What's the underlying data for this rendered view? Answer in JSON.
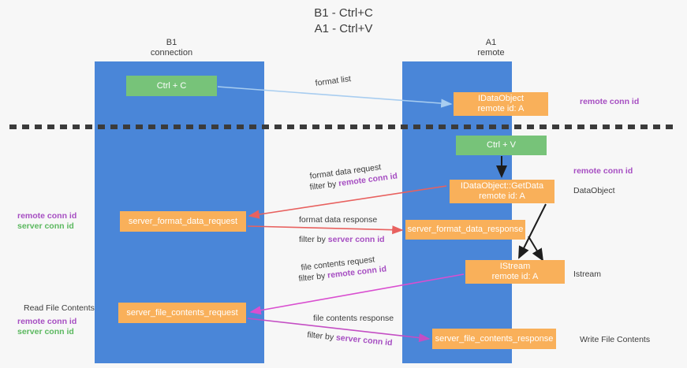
{
  "title": {
    "line1": "B1 - Ctrl+C",
    "line2": "A1 - Ctrl+V"
  },
  "columns": {
    "left": {
      "name": "B1",
      "role": "connection"
    },
    "right": {
      "name": "A1",
      "role": "remote"
    }
  },
  "boxes": {
    "ctrl_c": {
      "label": "Ctrl + C",
      "color": "#77c379"
    },
    "idataobject": {
      "line1": "IDataObject",
      "line2": "remote id: A",
      "color": "#f9b05a"
    },
    "ctrl_v": {
      "label": "Ctrl + V",
      "color": "#77c379"
    },
    "getdata": {
      "line1": "IDataObject::GetData",
      "line2": "remote id: A",
      "color": "#f9b05a"
    },
    "format_data_request": {
      "label": "server_format_data_request",
      "color": "#f9b05a"
    },
    "format_data_response": {
      "label": "server_format_data_response",
      "color": "#f9b05a"
    },
    "istream": {
      "line1": "IStream",
      "line2": "remote id: A",
      "color": "#f9b05a"
    },
    "file_contents_request": {
      "label": "server_file_contents_request",
      "color": "#f9b05a"
    },
    "file_contents_response": {
      "label": "server_file_contents_response",
      "color": "#f9b05a"
    }
  },
  "annotations": {
    "right": {
      "remote_conn_id_top": "remote conn id",
      "remote_conn_id_mid": "remote conn id",
      "dataobject": "DataObject",
      "istream": "Istream",
      "write_file_contents": "Write File Contents"
    },
    "left": {
      "remote_conn_id_mid": "remote conn id",
      "server_conn_id_mid": "server conn id",
      "read_file_contents": "Read File Contents",
      "remote_conn_id_bottom": "remote conn id",
      "server_conn_id_bottom": "server conn id"
    }
  },
  "edges": {
    "format_list": {
      "label": "format list",
      "color": "#a8cdf0"
    },
    "format_data_request": {
      "label": "format data request",
      "filter_prefix": "filter by ",
      "filter_key": "remote conn id",
      "color": "#e8615f"
    },
    "format_data_response": {
      "label": "format data response",
      "filter_prefix": "filter by ",
      "filter_key": "server conn id",
      "color": "#e8615f"
    },
    "file_contents_request": {
      "label": "file contents request",
      "filter_prefix": "filter by ",
      "filter_key": "remote conn id",
      "color": "#d94fd0"
    },
    "file_contents_response": {
      "label": "file contents response",
      "filter_prefix": "filter by ",
      "filter_key": "server conn id",
      "color": "#c44ec4"
    }
  },
  "colors": {
    "lane": "#4a86d8",
    "green": "#77c379",
    "orange": "#f9b05a",
    "purple": "#a64ec2",
    "green_text": "#5bb85f",
    "divider": "#3b3b3b",
    "background": "#f7f7f7"
  }
}
